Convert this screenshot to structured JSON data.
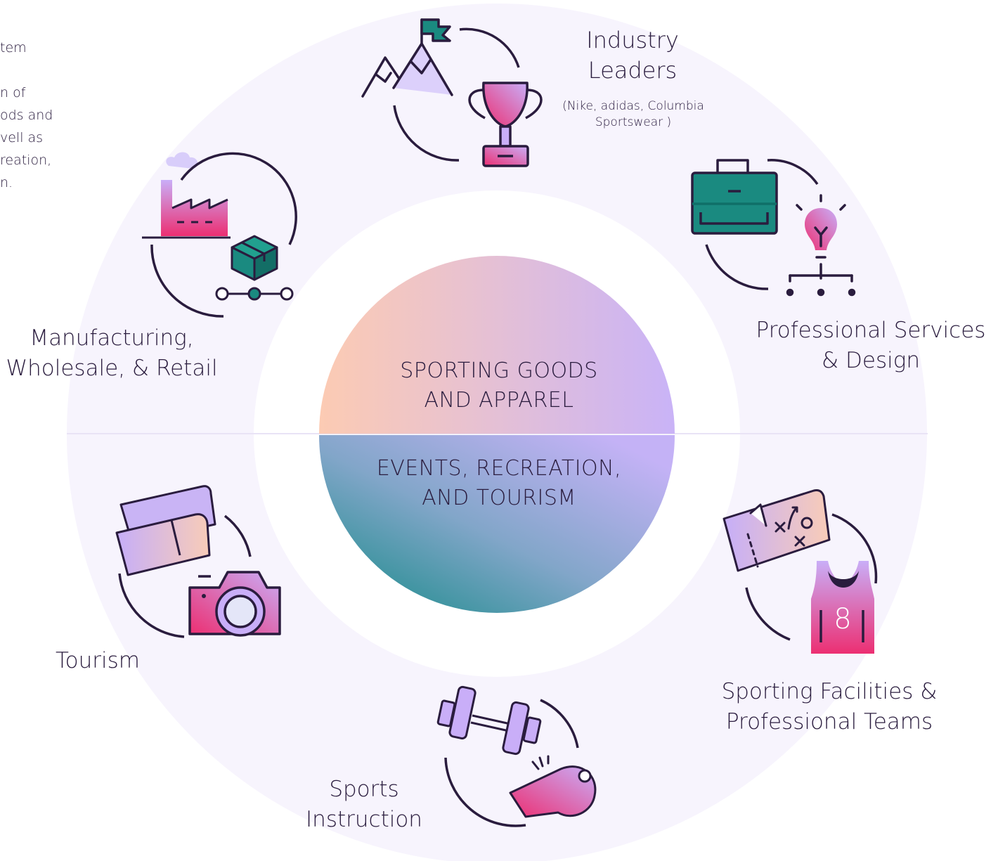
{
  "intro_fragment": [
    "tem",
    "n of",
    "ods and",
    "vell as",
    "reation,",
    "n."
  ],
  "center": {
    "top": [
      "SPORTING GOODS",
      "AND APPAREL"
    ],
    "bottom": [
      "EVENTS, RECREATION,",
      "AND TOURISM"
    ]
  },
  "segments": {
    "industry_leaders": {
      "title": [
        "Industry",
        "Leaders"
      ],
      "note": [
        "(Nike, adidas, Columbia",
        "Sportswear )"
      ]
    },
    "professional_services": {
      "title": [
        "Professional Services",
        "& Design"
      ]
    },
    "sporting_facilities": {
      "title": [
        "Sporting Facilities &",
        "Professional Teams"
      ]
    },
    "sports_instruction": {
      "title": [
        "Sports",
        "Instruction"
      ]
    },
    "tourism": {
      "title": [
        "Tourism"
      ]
    },
    "manufacturing": {
      "title": [
        "Manufacturing,",
        "Wholesale, & Retail"
      ]
    }
  },
  "icons": [
    "mountain-flag-icon",
    "trophy-icon",
    "briefcase-icon",
    "lightbulb-icon",
    "factory-icon",
    "package-icon",
    "tickets-icon",
    "camera-icon",
    "playbook-icon",
    "jersey-icon",
    "dumbbell-icon",
    "whistle-icon"
  ],
  "jersey_number": "8",
  "colors": {
    "ring": "#f7f4fd",
    "ink": "#2a1c3e",
    "teal": "#1a8a80",
    "pink": "#ec2f72",
    "lavender": "#c9aef8",
    "peach": "#fccbb3"
  }
}
